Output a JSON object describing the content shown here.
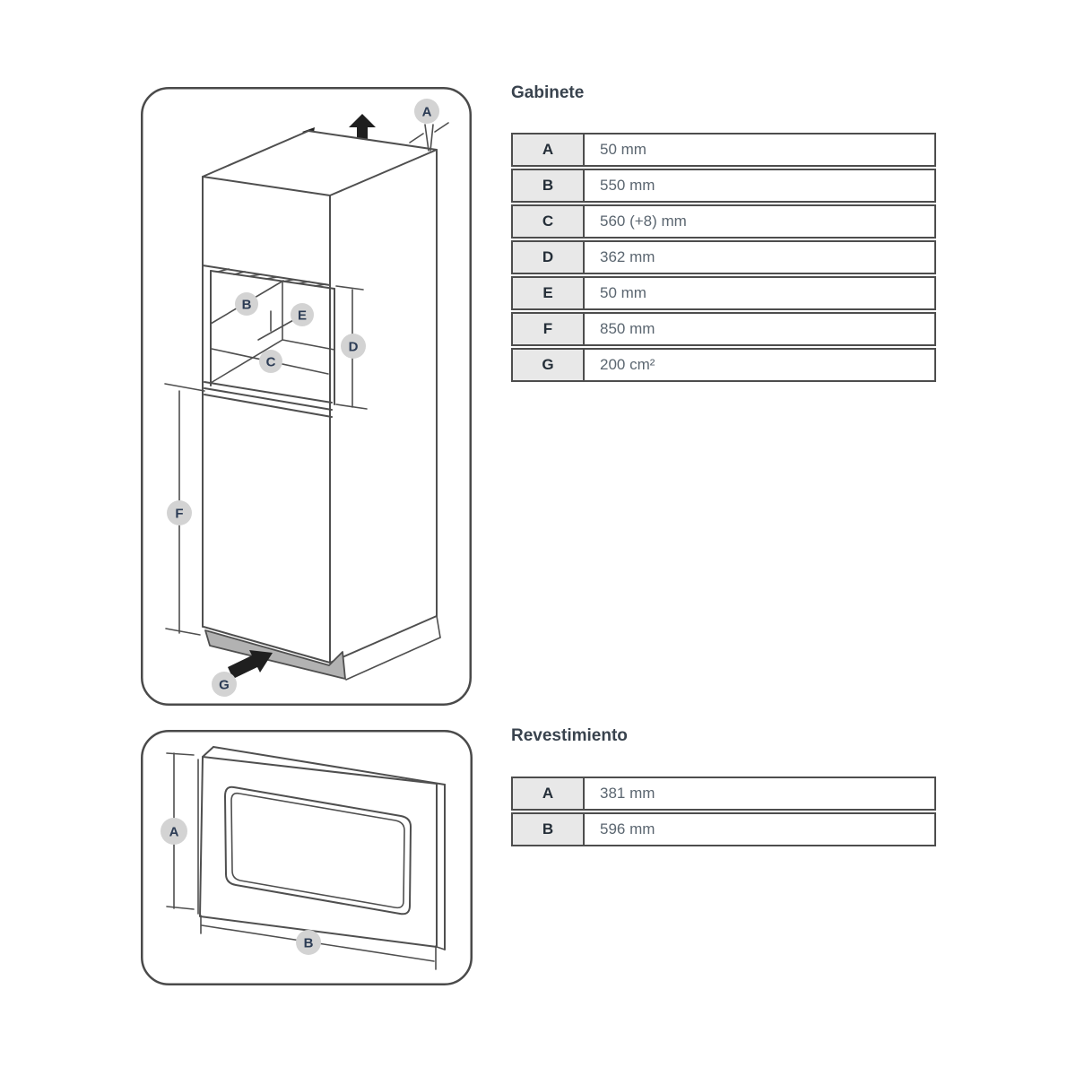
{
  "titles": {
    "gabinete": "Gabinete",
    "revestimiento": "Revestimiento"
  },
  "tables": {
    "gabinete": {
      "rows": [
        {
          "label": "A",
          "value": "50 mm"
        },
        {
          "label": "B",
          "value": "550 mm"
        },
        {
          "label": "C",
          "value": "560 (+8) mm"
        },
        {
          "label": "D",
          "value": "362 mm"
        },
        {
          "label": "E",
          "value": "50 mm"
        },
        {
          "label": "F",
          "value": "850 mm"
        },
        {
          "label": "G",
          "value": "200 cm²"
        }
      ]
    },
    "revestimiento": {
      "rows": [
        {
          "label": "A",
          "value": "381 mm"
        },
        {
          "label": "B",
          "value": "596 mm"
        }
      ]
    }
  },
  "diagrams": {
    "cabinet": {
      "badges": {
        "a": "A",
        "b": "B",
        "c": "C",
        "d": "D",
        "e": "E",
        "f": "F",
        "g": "G"
      }
    },
    "trim": {
      "badges": {
        "a": "A",
        "b": "B"
      }
    }
  },
  "colors": {
    "line": "#4f4f4f",
    "table_border": "#4d4d4d",
    "header_bg": "#e8e8e8",
    "header_text": "#242e38",
    "value_text": "#5b6670",
    "title_text": "#39434e",
    "badge_bg": "#d3d3d3",
    "badge_text": "#2c3c55",
    "vent_gray": "#b2b2b2",
    "arrow_black": "#1f1f1f"
  }
}
